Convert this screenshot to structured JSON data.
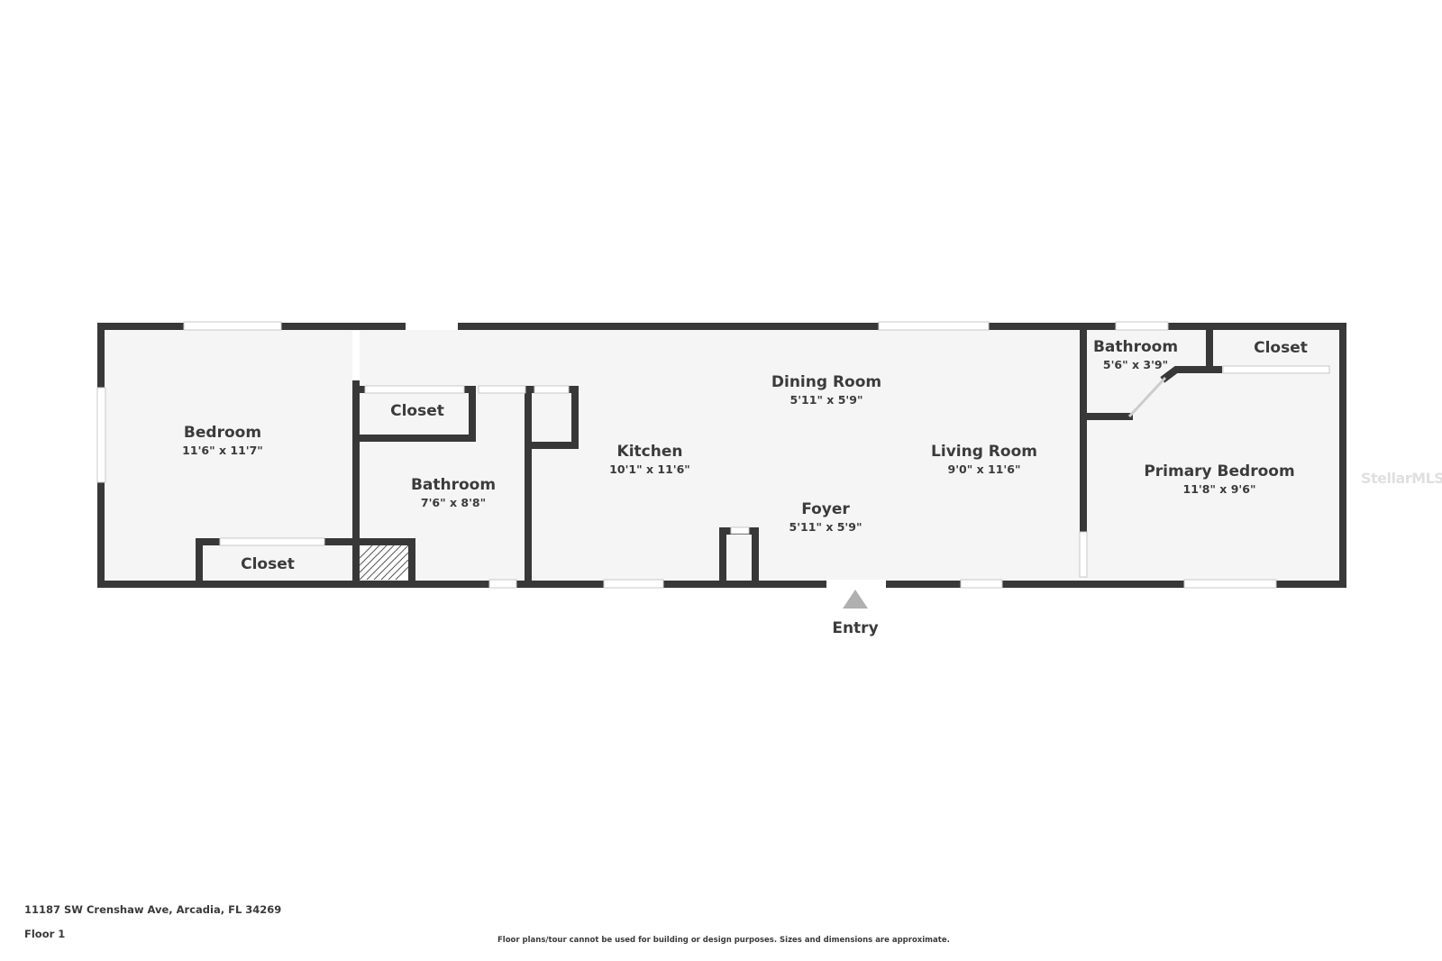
{
  "floorplan": {
    "floor_label": "Floor 1",
    "address": "11187 SW Crenshaw Ave, Arcadia, FL 34269",
    "disclaimer": "Floor plans/tour cannot be used for building or design purposes. Sizes and dimensions are approximate.",
    "watermark": "StellarMLS",
    "entry_label": "Entry",
    "colors": {
      "wall": "#383838",
      "floor": "#f5f5f5",
      "window": "#ffffff",
      "entry_arrow": "#b0b0b0",
      "background": "#ffffff"
    },
    "rooms": [
      {
        "name": "Bedroom",
        "dims": "11'6\" x 11'7\""
      },
      {
        "name": "Closet",
        "dims": ""
      },
      {
        "name": "Bathroom",
        "dims": "7'6\" x 8'8\""
      },
      {
        "name": "Closet",
        "dims": ""
      },
      {
        "name": "Kitchen",
        "dims": "10'1\" x 11'6\""
      },
      {
        "name": "Dining Room",
        "dims": "5'11\" x 5'9\""
      },
      {
        "name": "Foyer",
        "dims": "5'11\" x 5'9\""
      },
      {
        "name": "Living Room",
        "dims": "9'0\" x 11'6\""
      },
      {
        "name": "Bathroom",
        "dims": "5'6\" x 3'9\""
      },
      {
        "name": "Closet",
        "dims": ""
      },
      {
        "name": "Primary Bedroom",
        "dims": "11'8\" x 9'6\""
      }
    ]
  }
}
